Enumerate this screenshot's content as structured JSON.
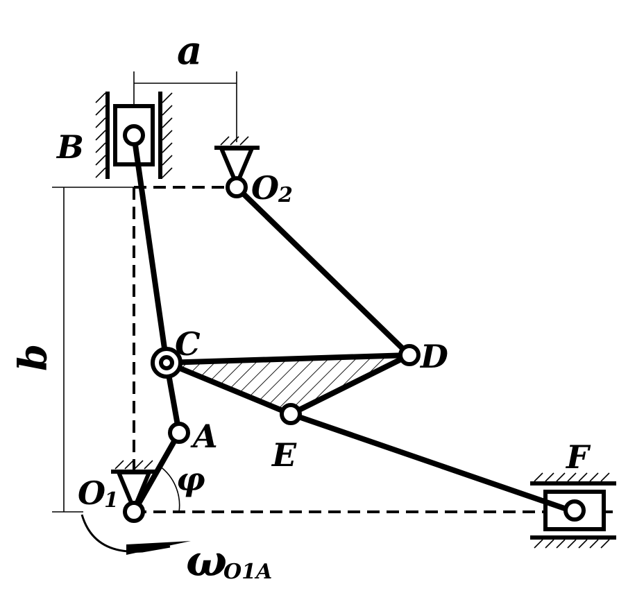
{
  "labels": {
    "a": "a",
    "b": "b",
    "B": "B",
    "O2_main": "O",
    "O2_sub": "2",
    "C": "C",
    "D": "D",
    "A": "A",
    "E": "E",
    "F": "F",
    "O1_main": "O",
    "O1_sub": "1",
    "phi": "φ",
    "omega_main": "ω",
    "omega_sub": "O1A"
  }
}
